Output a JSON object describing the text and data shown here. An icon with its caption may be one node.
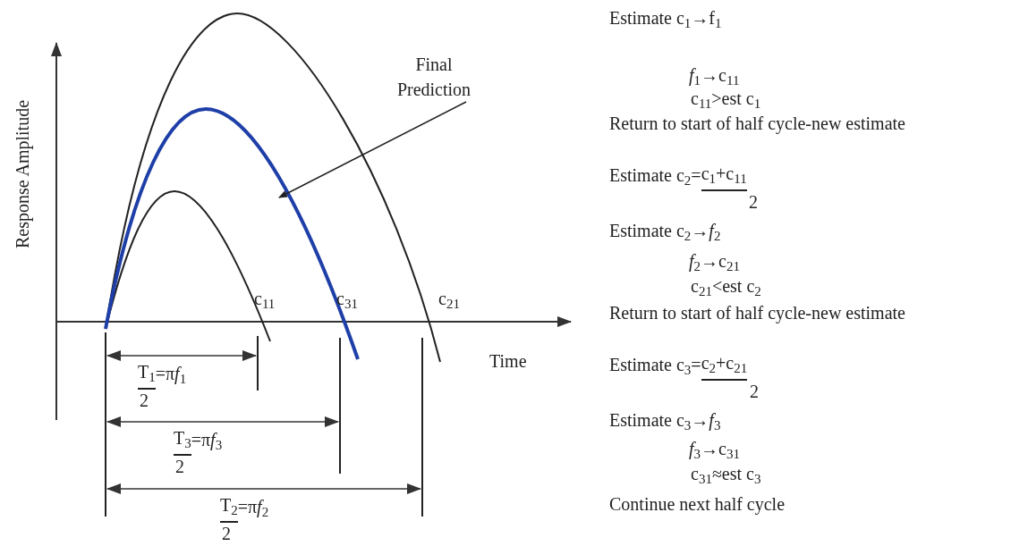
{
  "diagram": {
    "nodes": [
      {
        "text": [
          "Final Prediction"
        ]
      },
      {
        "text": [],
        "shape": "curve"
      }
    ],
    "edges": [
      {
        "from": 0,
        "to": 1,
        "arrow": "to"
      }
    ],
    "labels": [
      "Response Amplitude",
      "c$_{11}$",
      "c$_{31}$",
      "c$_{21}$",
      "Time",
      "T$_{1}$",
      "=π",
      "*f*$_{1}$",
      "2",
      "T$_{3}$",
      "=π",
      "*f*$_{3}$",
      "2",
      "T$_{2}$",
      "=π",
      "*f*$_{2}$",
      "2",
      "Estimate c$_{1}$→f$_{1}$",
      "*f*$_{1}$→c$_{11}$",
      "c$_{11}$>est c$_{1}$",
      "Return to start of half cycle-new estimate",
      "Estimate c$_{2}$=",
      "c$_{1}$+c$_{11}$",
      "2",
      "Estimate c$_{2}$→*f*$_{2}$",
      "*f*$_{2}$→c$_{21}$",
      "c$_{21}$<est c$_{2}$",
      "Return to start of half cycle-new estimate",
      "Estimate c$_{3}$=",
      "c$_{2}$+c$_{21}$",
      "2",
      "Estimate c$_{3}$→*f*$_{3}$",
      "*f*$_{3}$→c$_{31}$",
      "c$_{31}$≈est c$_{3}$",
      "Continue next half cycle"
    ]
  }
}
